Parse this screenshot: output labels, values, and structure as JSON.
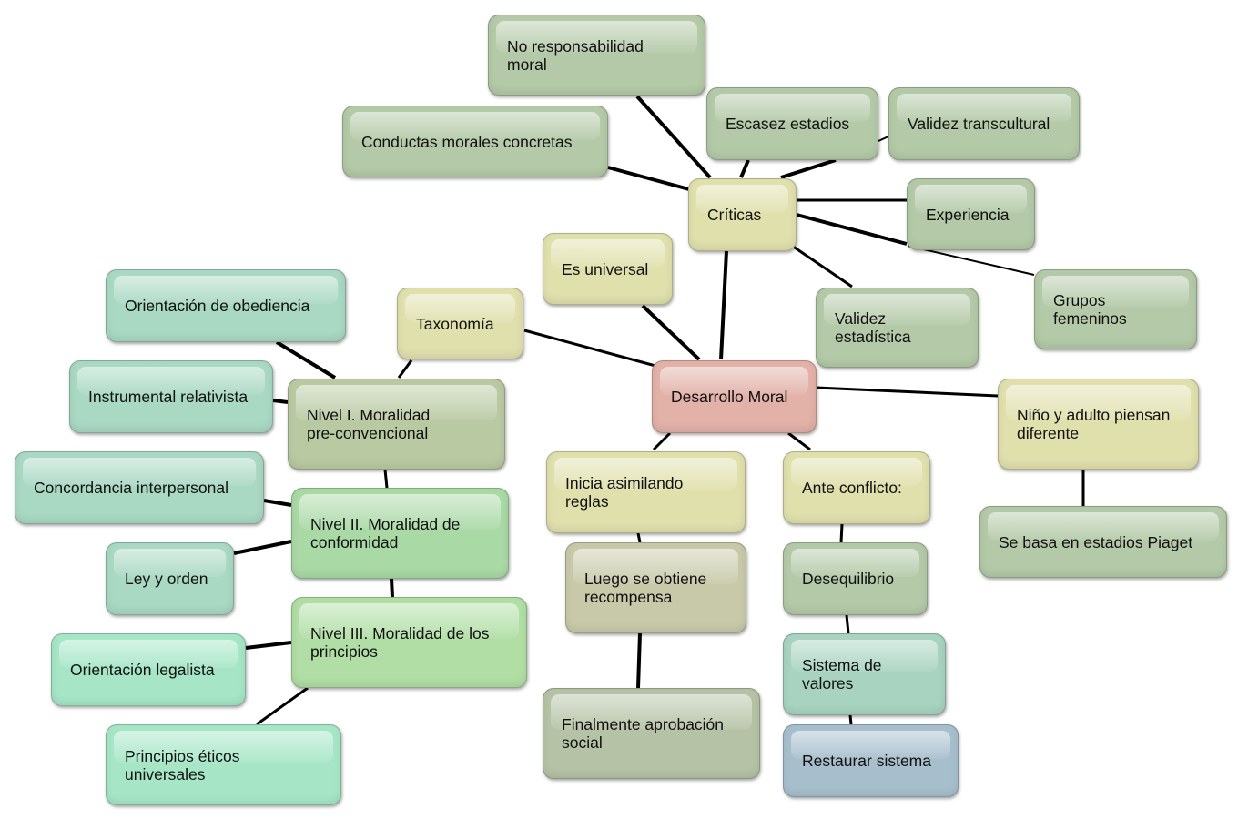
{
  "nodes": {
    "central": "Desarrollo Moral",
    "criticas": "Críticas",
    "no_responsabilidad": "No responsabilidad moral",
    "conductas": "Conductas morales concretas",
    "escasez": "Escasez estadios",
    "validez_trans": "Validez transcultural",
    "experiencia": "Experiencia",
    "grupos": "Grupos femeninos",
    "validez_est": "Validez estadística",
    "es_universal": "Es universal",
    "taxonomia": "Taxonomía",
    "nivel1": "Nivel I. Moralidad pre-convencional",
    "nivel2": "Nivel II. Moralidad de conformidad",
    "nivel3": "Nivel III. Moralidad de los principios",
    "obediencia": "Orientación de obediencia",
    "instrumental": "Instrumental relativista",
    "concordancia": "Concordancia interpersonal",
    "ley": "Ley y orden",
    "legalista": "Orientación legalista",
    "principios": "Principios éticos universales",
    "inicia": "Inicia asimilando reglas",
    "luego": "Luego se obtiene recompensa",
    "finalmente": "Finalmente aprobación social",
    "ante": "Ante conflicto:",
    "desequilibrio": "Desequilibrio",
    "sistema": "Sistema de valores",
    "restaurar": "Restaurar sistema",
    "nino": "Niño y adulto piensan diferente",
    "piaget": "Se basa en estadios Piaget"
  },
  "colors": {
    "central": "#e2b1a8",
    "yellow": "#e0e0ad",
    "green": "#b3c9a7",
    "teal": "#a9d8c3",
    "light_green": "#a9d9a5",
    "mint": "#a6e6c7",
    "blue": "#a7bfcd",
    "edge": "#000000"
  }
}
